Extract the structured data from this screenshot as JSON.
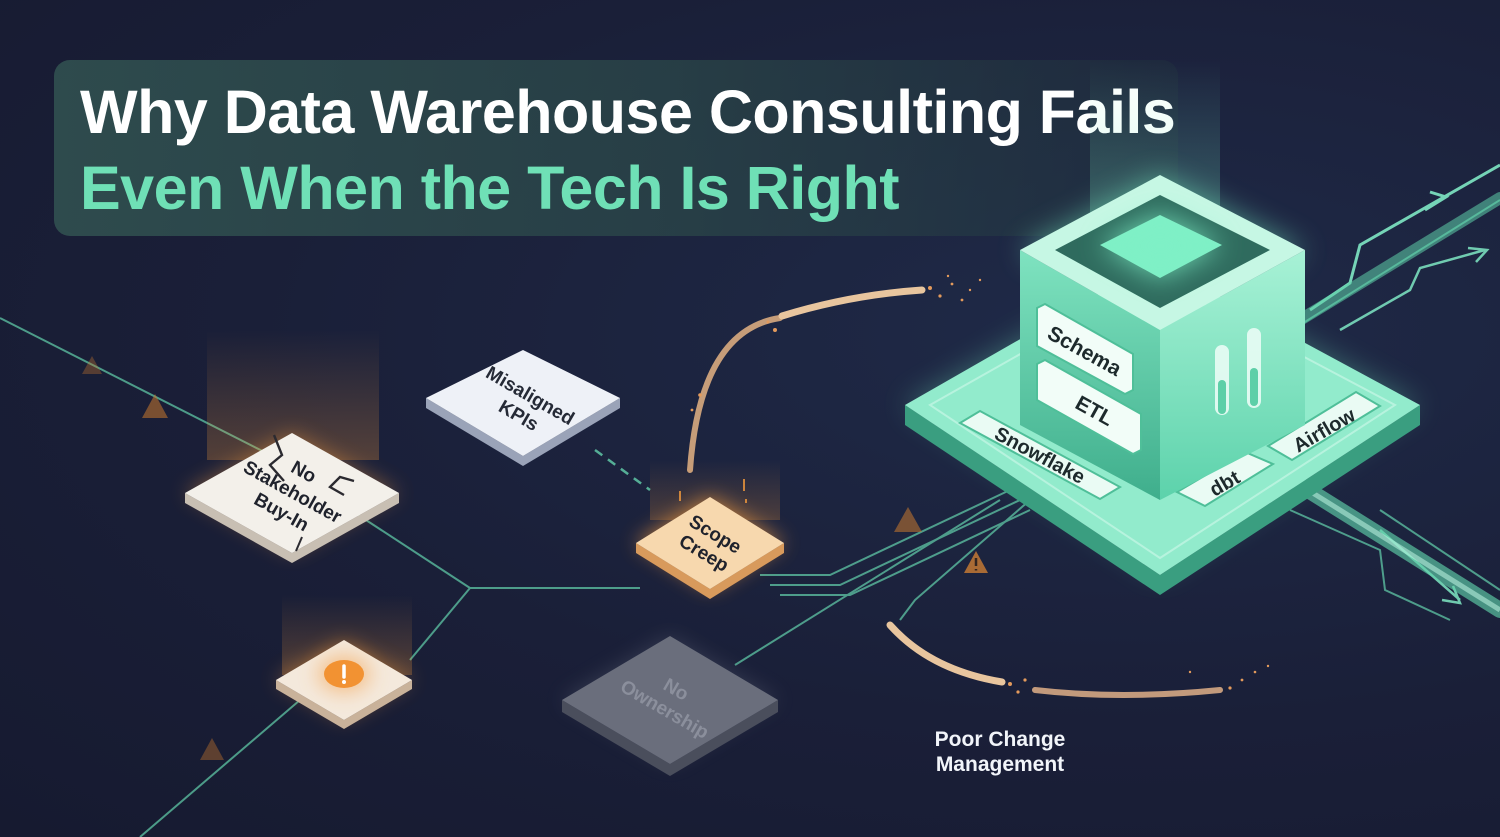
{
  "title": {
    "line1": "Why Data Warehouse Consulting Fails",
    "line2": "Even When the Tech Is Right"
  },
  "failure_tiles": {
    "stakeholder": [
      "No",
      "Stakeholder",
      "Buy-In"
    ],
    "kpis": [
      "Misaligned",
      "KPIs"
    ],
    "scope": [
      "Scope",
      "Creep"
    ],
    "ownership": [
      "No",
      "Ownership"
    ]
  },
  "warehouse": {
    "schema_label": "Schema",
    "etl_label": "ETL",
    "tools": {
      "snowflake": "Snowflake",
      "dbt": "dbt",
      "airflow": "Airflow"
    }
  },
  "change_caption": [
    "Poor Change",
    "Management"
  ],
  "icons": {
    "warning": "warning-triangle-icon",
    "alert": "exclamation-circle-icon"
  },
  "colors": {
    "background": "#1a1f38",
    "accent_green": "#6fe0b6",
    "warning_orange": "#f39a3c",
    "tile_light": "#f3f0ea"
  }
}
